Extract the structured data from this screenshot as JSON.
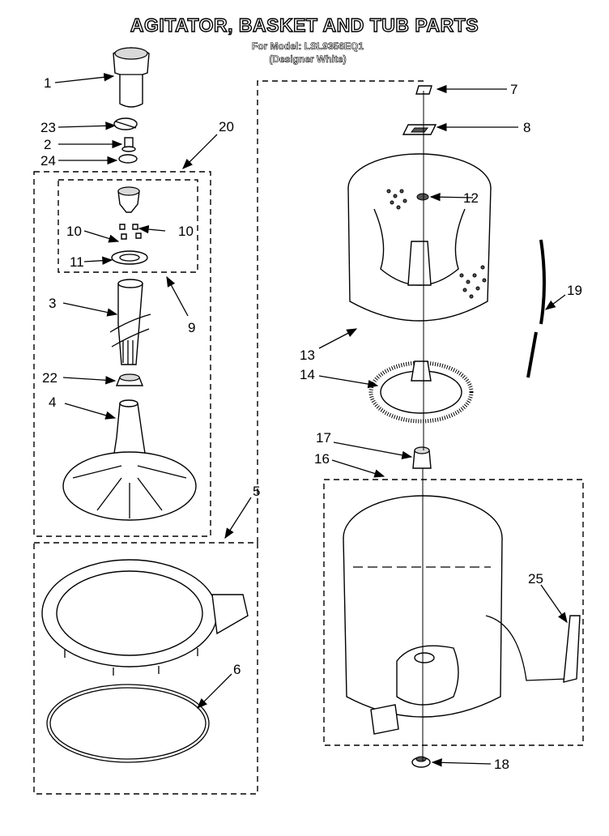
{
  "header": {
    "title": "AGITATOR, BASKET AND TUB PARTS",
    "model_line": "For Model: LSL9356EQ1",
    "color_line": "(Designer White)"
  },
  "callouts": {
    "c1": "1",
    "c2": "2",
    "c3": "3",
    "c4": "4",
    "c5": "5",
    "c6": "6",
    "c7": "7",
    "c8": "8",
    "c9": "9",
    "c10a": "10",
    "c10b": "10",
    "c11": "11",
    "c12": "12",
    "c13": "13",
    "c14": "14",
    "c16": "16",
    "c17": "17",
    "c18": "18",
    "c19": "19",
    "c20": "20",
    "c22": "22",
    "c23": "23",
    "c24": "24",
    "c25": "25"
  }
}
